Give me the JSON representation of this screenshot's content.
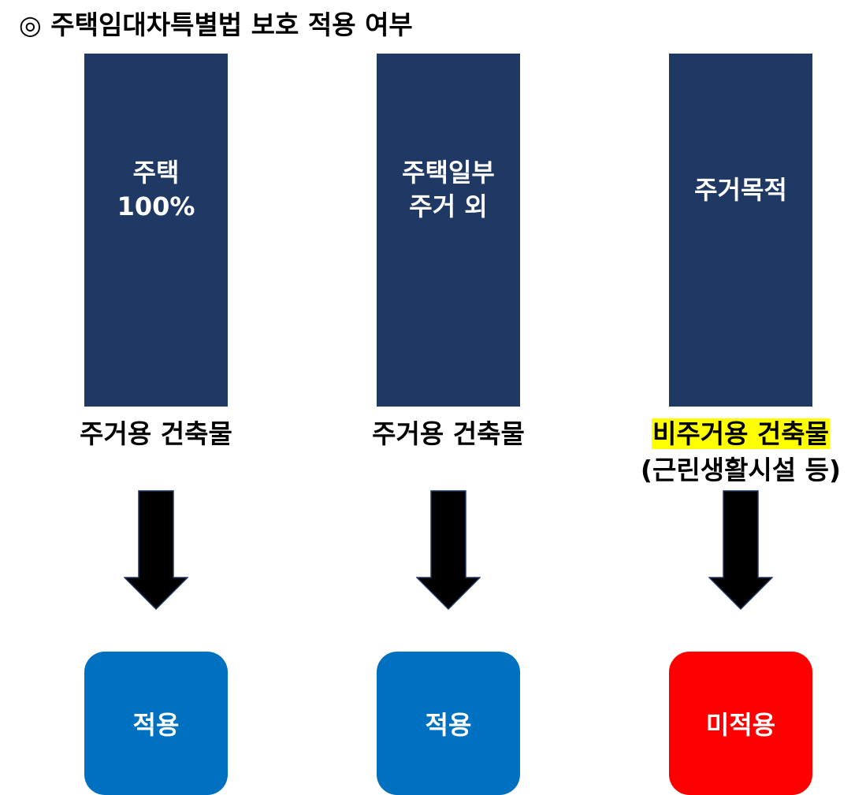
{
  "title": "◎ 주택임대차특별법 보호 적용 여부",
  "colors": {
    "bar": "#203864",
    "applied": "#0070C0",
    "not_applied": "#FF0000",
    "highlight": "#FFFF00",
    "arrow_fill": "#000000",
    "arrow_stroke": "#203864"
  },
  "columns": [
    {
      "bar_text": "주택\n100%",
      "building_label": "주거용 건축물",
      "building_sub": "",
      "result": "적용"
    },
    {
      "bar_text": "주택일부\n주거 외",
      "building_label": "주거용 건축물",
      "building_sub": "",
      "result": "적용"
    },
    {
      "bar_text": "주거목적",
      "building_label": "비주거용 건축물",
      "building_sub": "(근린생활시설 등)",
      "result": "미적용"
    }
  ]
}
